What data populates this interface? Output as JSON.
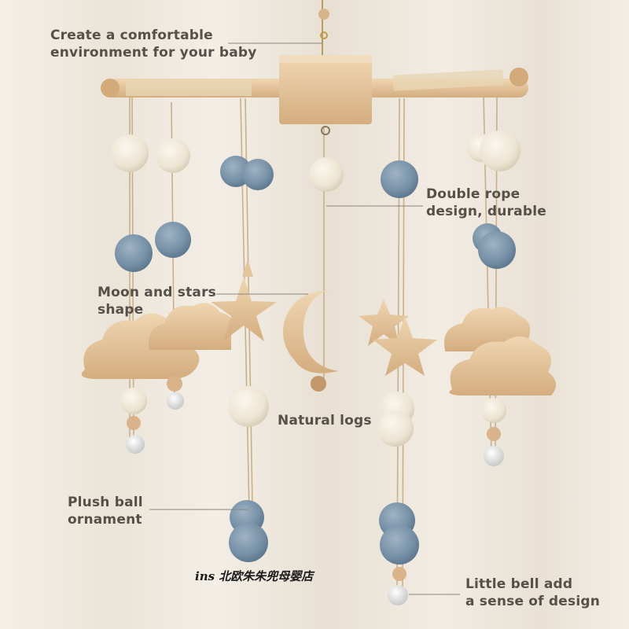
{
  "labels": {
    "comfort": {
      "line1": "Create a comfortable",
      "line2": "environment for your baby"
    },
    "rope": {
      "line1": "Double rope",
      "line2": "design, durable"
    },
    "moon": {
      "line1": "Moon and stars",
      "line2": "shape"
    },
    "logs": {
      "line1": "Natural logs"
    },
    "plush": {
      "line1": "Plush ball",
      "line2": "ornament"
    },
    "bell": {
      "line1": "Little bell add",
      "line2": "a sense of design"
    }
  },
  "watermark": "ins 北欧朱朱兜母婴店",
  "colors": {
    "background": "#efe9df",
    "wood": "#e3c49c",
    "wood_dark": "#c99d6e",
    "felt_blue": "#7b95aa",
    "felt_cream": "#f1ebdd",
    "text": "#555049"
  }
}
